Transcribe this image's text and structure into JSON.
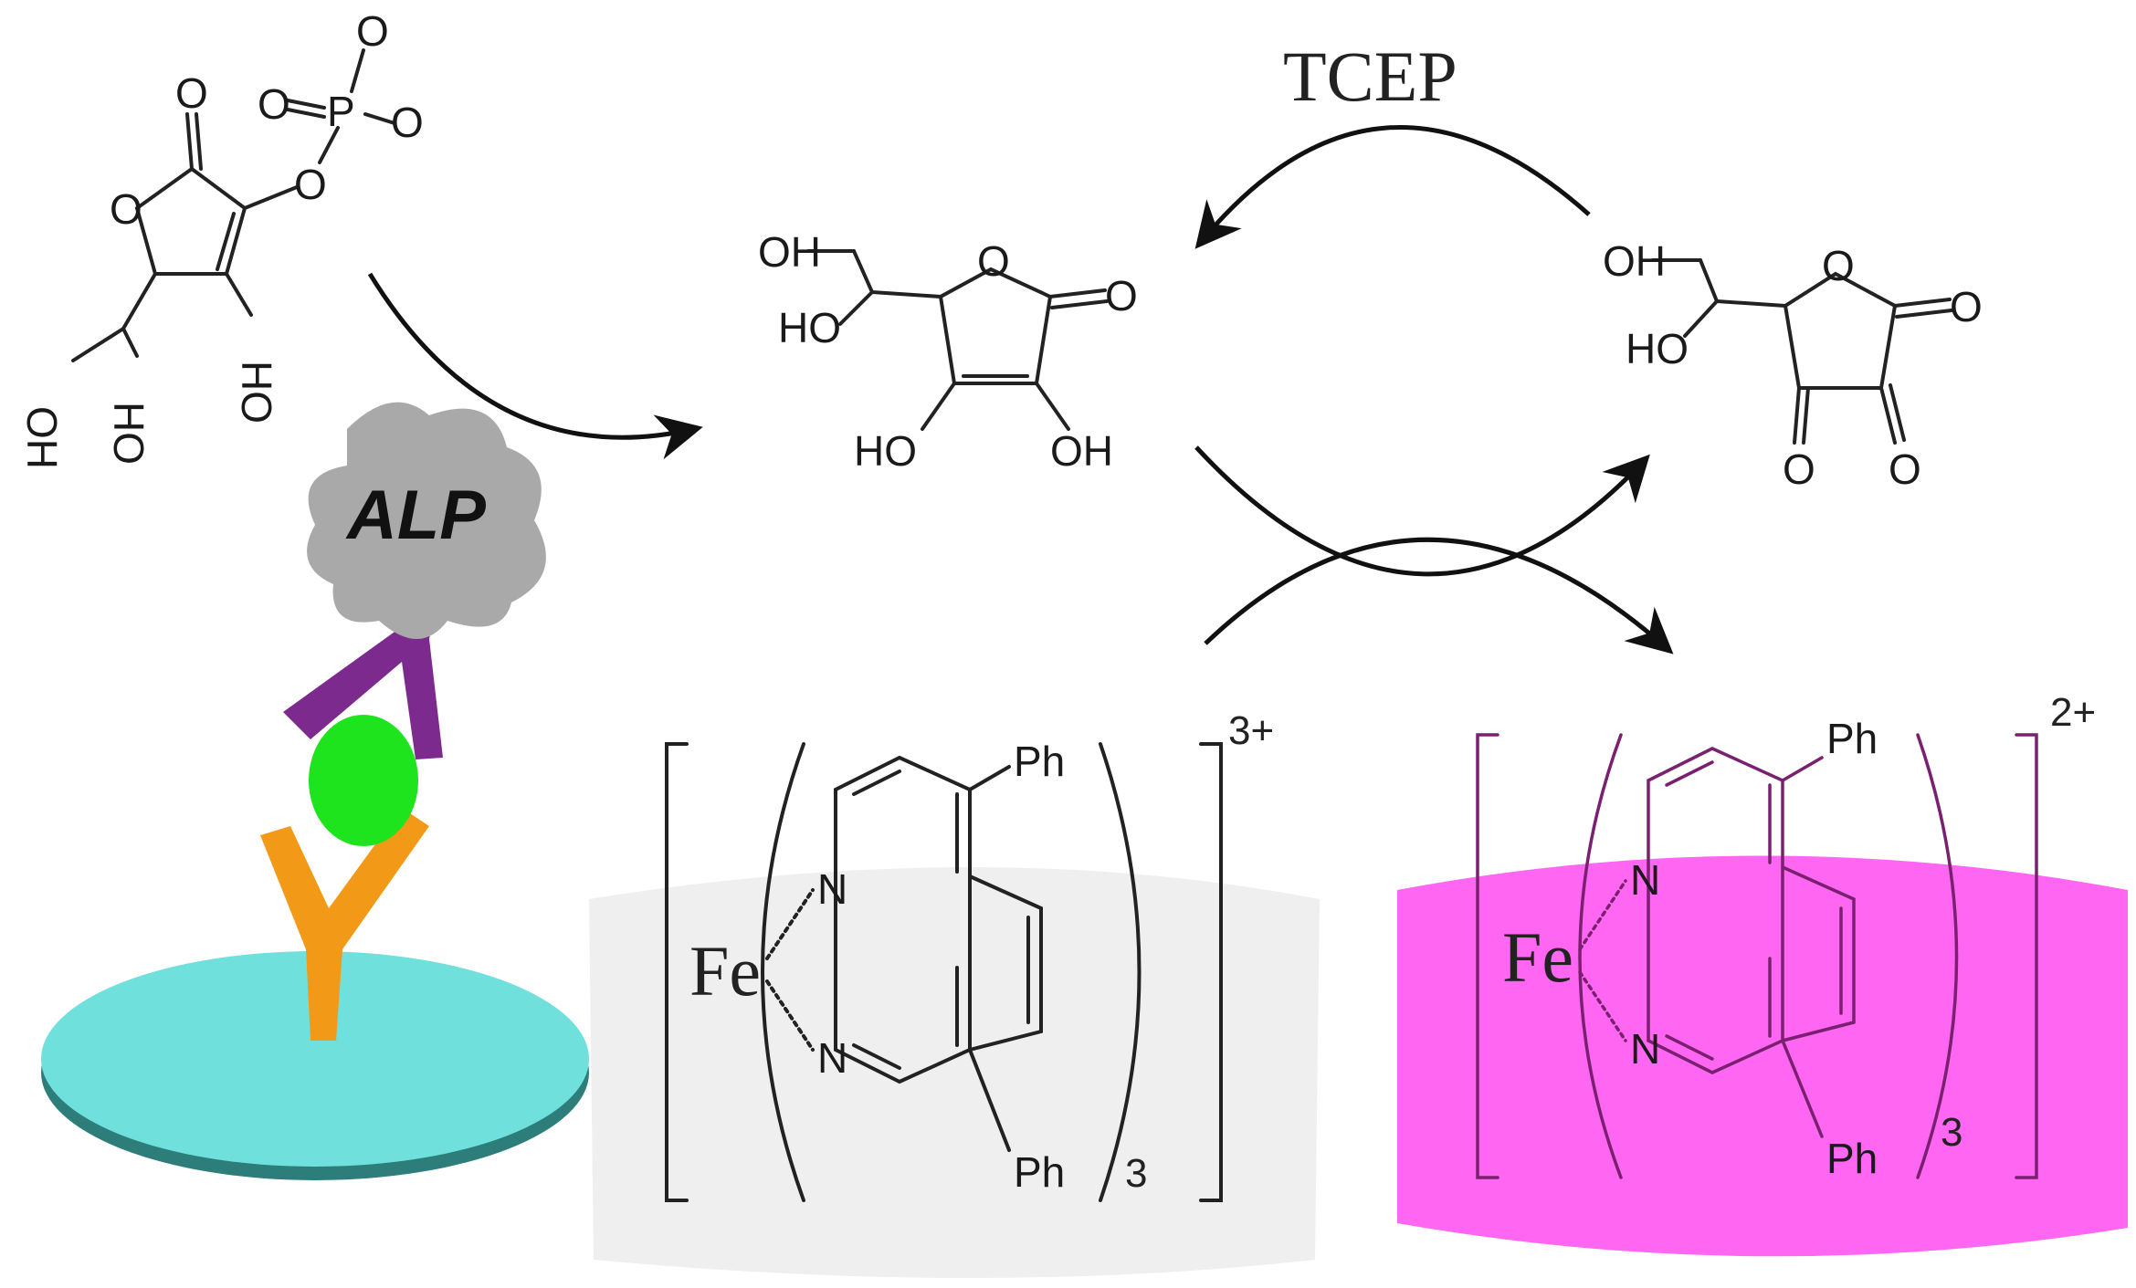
{
  "labels": {
    "reagent": "TCEP",
    "enzyme": "ALP",
    "oh": "OH",
    "ho": "HO",
    "o": "O",
    "p": "P",
    "n": "N",
    "fe": "Fe",
    "ph": "Ph",
    "count": "3",
    "charge_oxidized": "3+",
    "charge_reduced": "2+"
  },
  "colors": {
    "substrate_disk": "#6fe0dc",
    "capture_antibody": "#f29a18",
    "antigen": "#1ee41e",
    "detection_antibody": "#7d2a8e",
    "enzyme_blob": "#a9a9a9",
    "fe3_complex_bg": "#efefef",
    "fe2_complex_bg": "#ff66f2"
  }
}
